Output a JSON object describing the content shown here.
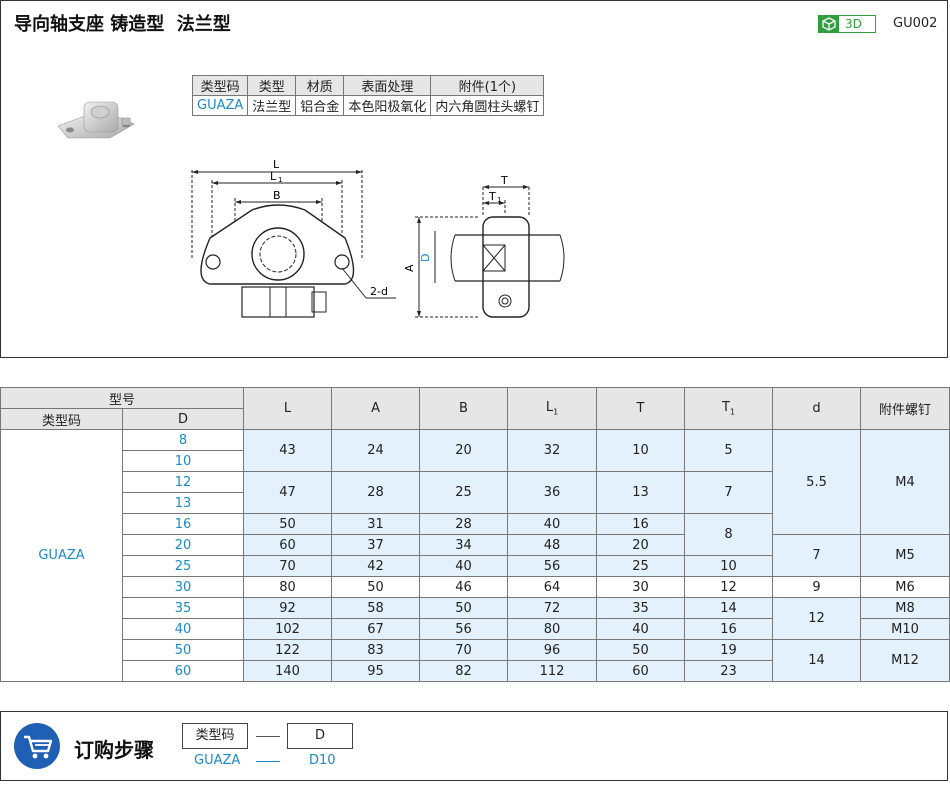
{
  "header": {
    "title": "导向轴支座 铸造型  法兰型",
    "badge_3d": "3D",
    "product_code": "GU002",
    "accent_color": "#2e9e3e"
  },
  "spec_table": {
    "headers": [
      "类型码",
      "类型",
      "材质",
      "表面处理",
      "附件(1个)"
    ],
    "row": [
      "GUAZA",
      "法兰型",
      "铝合金",
      "本色阳极氧化",
      "内六角圆柱头螺钉"
    ]
  },
  "drawing_labels": {
    "L": "L",
    "L1": "L",
    "L1_sub": "1",
    "B": "B",
    "d": "2-d",
    "T": "T",
    "T1": "T",
    "T1_sub": "1",
    "A": "A",
    "D": "D"
  },
  "dim_table": {
    "model_header": "型号",
    "type_code_header": "类型码",
    "d_header": "D",
    "col_headers": [
      "L",
      "A",
      "B",
      "L",
      "T",
      "T",
      "d",
      "附件螺钉"
    ],
    "col_subs": [
      "",
      "",
      "",
      "1",
      "",
      "1",
      "",
      ""
    ],
    "type_code": "GUAZA",
    "D": [
      "8",
      "10",
      "12",
      "13",
      "16",
      "20",
      "25",
      "30",
      "35",
      "40",
      "50",
      "60"
    ],
    "L": [
      "43",
      "47",
      "50",
      "60",
      "70",
      "80",
      "92",
      "102",
      "122",
      "140"
    ],
    "A": [
      "24",
      "28",
      "31",
      "37",
      "42",
      "50",
      "58",
      "67",
      "83",
      "95"
    ],
    "B": [
      "20",
      "25",
      "28",
      "34",
      "40",
      "46",
      "50",
      "56",
      "70",
      "82"
    ],
    "L1": [
      "32",
      "36",
      "40",
      "48",
      "56",
      "64",
      "72",
      "80",
      "96",
      "112"
    ],
    "T": [
      "10",
      "13",
      "16",
      "20",
      "25",
      "30",
      "35",
      "40",
      "50",
      "60"
    ],
    "T1": [
      "5",
      "7",
      "8",
      "10",
      "12",
      "14",
      "16",
      "19",
      "23"
    ],
    "d": [
      "5.5",
      "7",
      "9",
      "12",
      "14"
    ],
    "screw": [
      "M4",
      "M5",
      "M6",
      "M8",
      "M10",
      "M12"
    ]
  },
  "order": {
    "title": "订购步骤",
    "box_type": "类型码",
    "box_d": "D",
    "example_type": "GUAZA",
    "example_d": "D10"
  }
}
